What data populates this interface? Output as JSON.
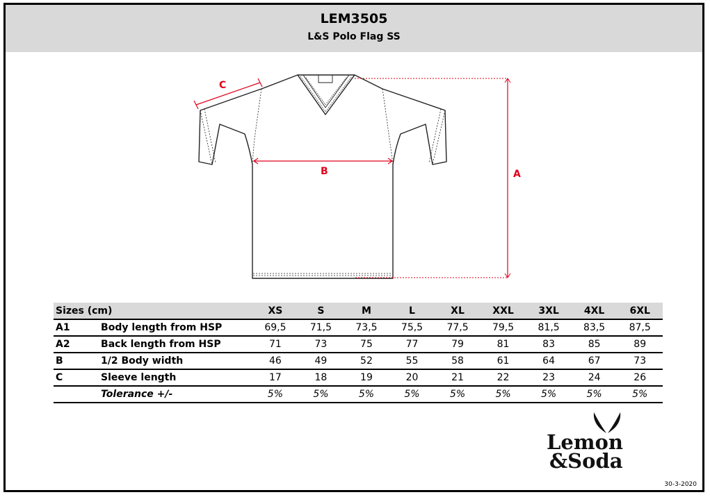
{
  "header": {
    "code": "LEM3505",
    "name": "L&S Polo Flag SS"
  },
  "measure_labels": {
    "a": "A",
    "b": "B",
    "c": "C"
  },
  "table": {
    "header_label": "Sizes (cm)",
    "sizes": [
      "XS",
      "S",
      "M",
      "L",
      "XL",
      "XXL",
      "3XL",
      "4XL",
      "6XL"
    ],
    "rows": [
      {
        "code": "A1",
        "label": "Body length from HSP",
        "values": [
          "69,5",
          "71,5",
          "73,5",
          "75,5",
          "77,5",
          "79,5",
          "81,5",
          "83,5",
          "87,5"
        ]
      },
      {
        "code": "A2",
        "label": "Back length from HSP",
        "values": [
          "71",
          "73",
          "75",
          "77",
          "79",
          "81",
          "83",
          "85",
          "89"
        ]
      },
      {
        "code": "B",
        "label": "1/2 Body width",
        "values": [
          "46",
          "49",
          "52",
          "55",
          "58",
          "61",
          "64",
          "67",
          "73"
        ]
      },
      {
        "code": "C",
        "label": "Sleeve length",
        "values": [
          "17",
          "18",
          "19",
          "20",
          "21",
          "22",
          "23",
          "24",
          "26"
        ]
      }
    ],
    "tolerance": {
      "code": "",
      "label": "Tolerance +/-",
      "values": [
        "5%",
        "5%",
        "5%",
        "5%",
        "5%",
        "5%",
        "5%",
        "5%",
        "5%"
      ]
    }
  },
  "logo": {
    "line1": "Lemon",
    "line2": "&Soda"
  },
  "date": "30-3-2020",
  "colors": {
    "header_bg": "#d9d9d9",
    "measure_red": "#e0001a"
  }
}
